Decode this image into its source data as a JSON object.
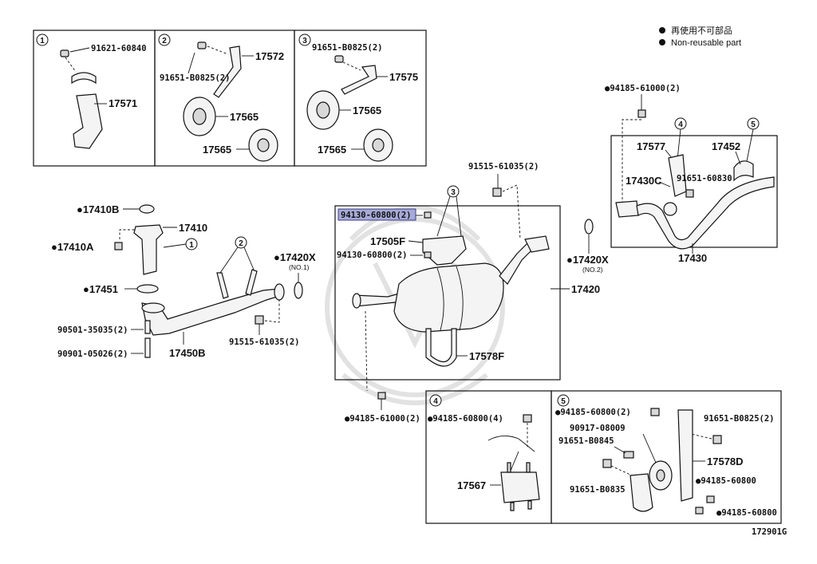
{
  "legend": {
    "jp": "再使用不可部品",
    "en": "Non-reusable part"
  },
  "figure_code": "172901G",
  "boxes": {
    "b1": {
      "num": "1",
      "labels": [
        "91621-60840",
        "17571"
      ]
    },
    "b2": {
      "num": "2",
      "labels": [
        "17572",
        "91651-B0825(2)",
        "17565",
        "17565"
      ]
    },
    "b3": {
      "num": "3",
      "labels": [
        "91651-B0825(2)",
        "17575",
        "17565",
        "17565"
      ]
    },
    "b4": {
      "num": "4",
      "labels": [
        "●94185-60800(4)",
        "17567"
      ]
    },
    "b5": {
      "num": "5",
      "labels": [
        "●94185-60800(2)",
        "90917-08009",
        "91651-B0825(2)",
        "91651-B0845",
        "17578D",
        "●94185-60800",
        "91651-B0835",
        "●94185-60800"
      ]
    }
  },
  "front_pipe": {
    "labels": {
      "l17410b": "●17410B",
      "l17410": "17410",
      "l17410a": "●17410A",
      "l17451": "●17451",
      "l90501": "90501-35035(2)",
      "l90901": "90901-05026(2)",
      "l17450b": "17450B",
      "l17420x1": "●17420X",
      "l17420x1sub": "(NO.1)",
      "l91515b": "91515-61035(2)"
    },
    "badges": {
      "c1": "1",
      "c2": "2"
    }
  },
  "muffler": {
    "labels": {
      "l91515a": "91515-61035(2)",
      "l94130hl": "94130-60800(2)",
      "l17505f": "17505F",
      "l94130b": "94130-60800(2)",
      "l17420": "17420",
      "l17578f": "17578F",
      "l17420x2": "●17420X",
      "l17420x2sub": "(NO.2)",
      "l94185b": "●94185-61000(2)"
    },
    "badges": {
      "c3": "3"
    }
  },
  "tail": {
    "labels": {
      "l94185a": "●94185-61000(2)",
      "l17577": "17577",
      "l17452": "17452",
      "l17430c": "17430C",
      "l91651c": "91651-60830",
      "l17430": "17430"
    },
    "badges": {
      "c4": "4",
      "c5": "5"
    }
  }
}
